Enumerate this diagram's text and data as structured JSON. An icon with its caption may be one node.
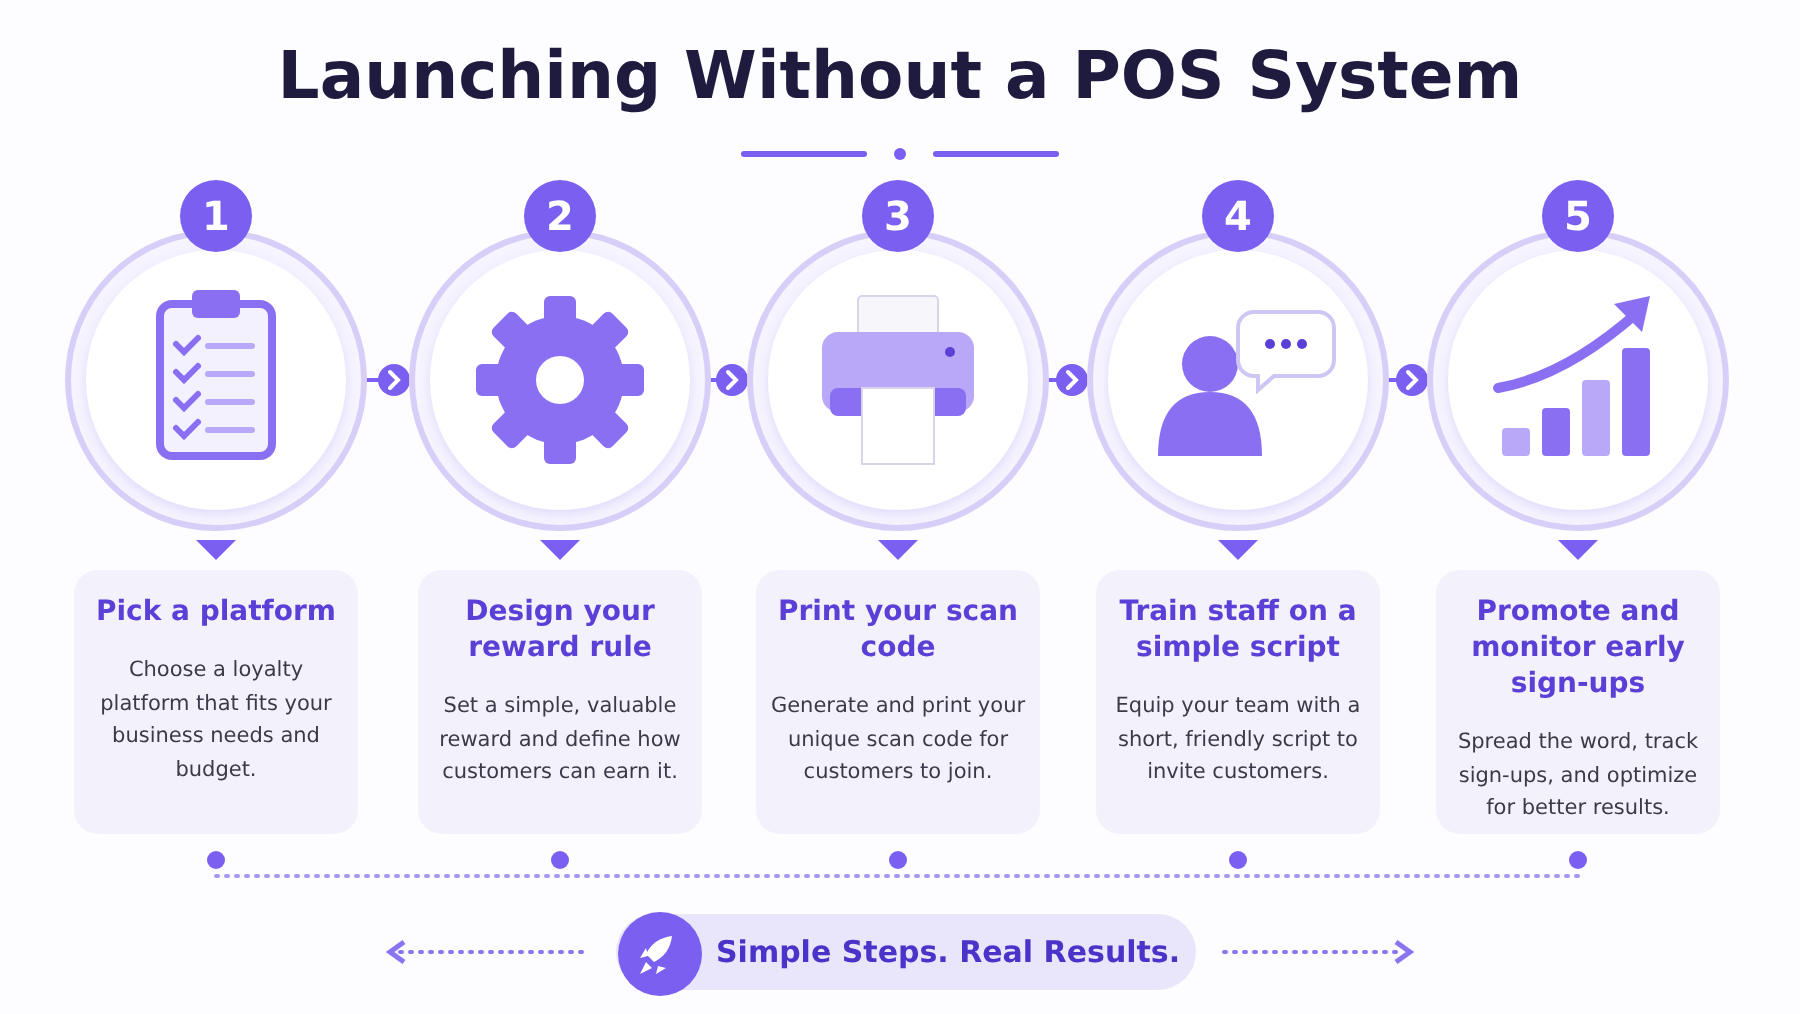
{
  "diagram": {
    "title": "Launching Without a POS System",
    "nodes": [
      {
        "text": [
          "1"
        ]
      },
      {
        "text": [
          "2"
        ]
      },
      {
        "text": [
          "3"
        ]
      },
      {
        "text": [
          "4"
        ]
      },
      {
        "text": [
          "5"
        ]
      },
      {
        "text": [
          "Pick a platform",
          "Choose a loyalty platform that fits your business needs and budget."
        ]
      },
      {
        "text": [
          "Design your reward rule",
          "Set a simple, valuable reward and define how customers can earn it."
        ]
      },
      {
        "text": [
          "Print your scan code",
          "Generate and print your unique scan code for customers to join."
        ]
      },
      {
        "text": [
          "Train staff on a simple script",
          "Equip your team with a short, friendly script to invite customers."
        ]
      },
      {
        "text": [
          "Promote and monitor early sign-ups",
          "Spread the word, track sign-ups, and optimize for better results."
        ]
      }
    ],
    "edges": [
      {
        "from": 0,
        "to": 1,
        "arrow": "to"
      },
      {
        "from": 1,
        "to": 2,
        "arrow": "to"
      },
      {
        "from": 2,
        "to": 3,
        "arrow": "to"
      },
      {
        "from": 3,
        "to": 4,
        "arrow": "to"
      }
    ],
    "labels": [
      "Simple Steps. Real Results."
    ]
  }
}
